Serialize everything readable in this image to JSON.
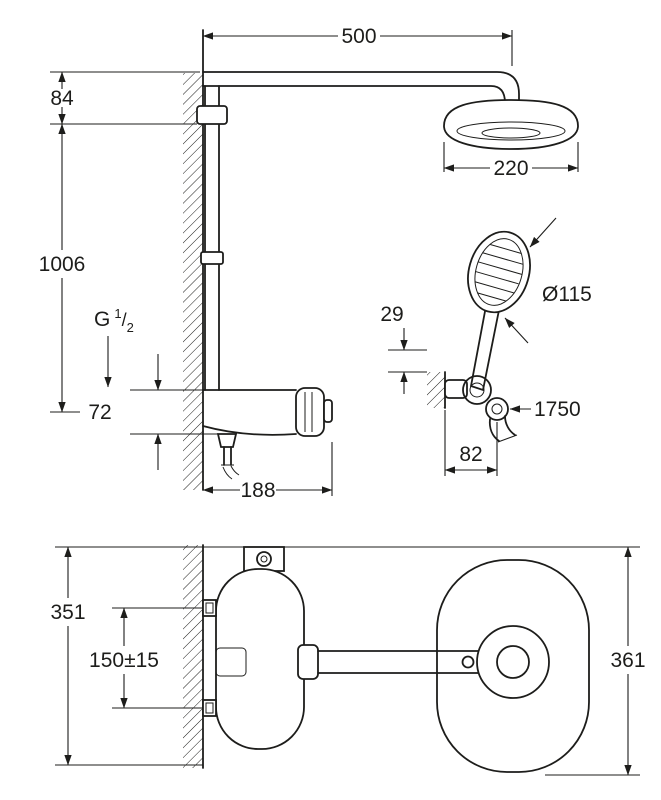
{
  "drawing": {
    "type": "technical-installation-drawing",
    "background": "#ffffff",
    "line_color": "#1d1d1b",
    "dimensions": {
      "arm_length": "500",
      "arm_to_bracket": "84",
      "riser_height": "1006",
      "head_width": "220",
      "thread": {
        "prefix": "G",
        "numerator": "1",
        "slash": "/",
        "denominator": "2"
      },
      "valve_body_height": "72",
      "valve_depth": "188",
      "handshower_diameter": "Ø115",
      "holder_offset": "29",
      "hose_length": "1750",
      "holder_projection": "82",
      "valve_assembly_height": "351",
      "inlet_spacing": "150±15",
      "head_depth": "361"
    }
  }
}
